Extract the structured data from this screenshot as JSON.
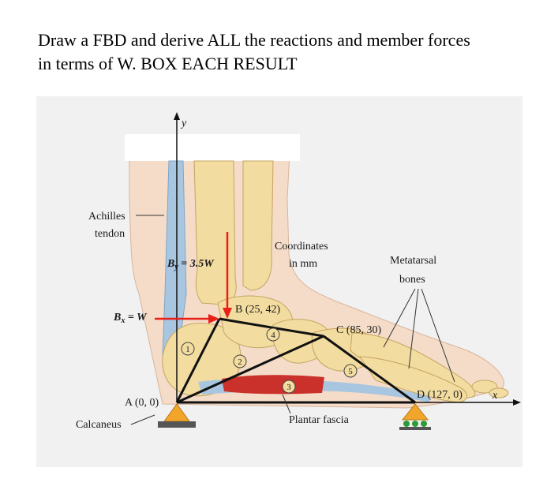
{
  "question": {
    "line1": "Draw a FBD and derive ALL the reactions and member forces",
    "line2": "in terms of W. BOX EACH RESULT"
  },
  "figure": {
    "labels": {
      "y_axis": "y",
      "x_axis": "x",
      "achilles_line1": "Achilles",
      "achilles_line2": "tendon",
      "coordinates_line1": "Coordinates",
      "coordinates_line2": "in mm",
      "metatarsal_line1": "Metatarsal",
      "metatarsal_line2": "bones",
      "by_force": "B",
      "by_sub": "y",
      "by_value": " = 3.5W",
      "bx_force": "B",
      "bx_sub": "x",
      "bx_value": " = W",
      "point_b": "B (25, 42)",
      "point_c": "C (85, 30)",
      "point_d": "D (127, 0)",
      "point_a": "A (0, 0)",
      "calcaneus": "Calcaneus",
      "plantar_fascia": "Plantar fascia"
    },
    "members": [
      "1",
      "2",
      "3",
      "4",
      "5"
    ],
    "colors": {
      "force_arrow": "#e8201a",
      "truss": "#111111",
      "support": "#f2a52b",
      "roller": "#2e9b3a",
      "bone": "#f3dca0",
      "skin": "#f4dcc8",
      "tendon": "#a8c6e0",
      "fascia": "#c9312a"
    }
  }
}
